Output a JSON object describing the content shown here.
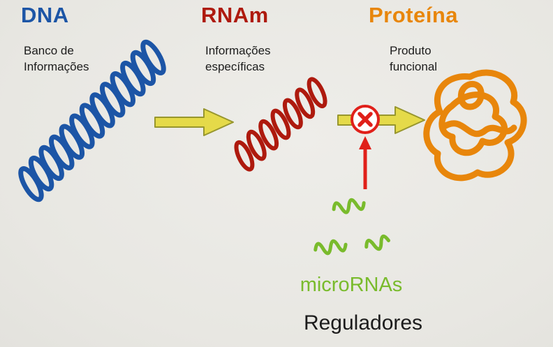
{
  "labels": {
    "dna": {
      "title": "DNA",
      "subtitle": "Banco de\nInformações"
    },
    "rnam": {
      "title": "RNAm",
      "subtitle": "Informações\nespecíficas"
    },
    "proteina": {
      "title": "Proteína",
      "subtitle": "Produto\nfuncional"
    },
    "micrornas": {
      "label": "microRNAs"
    },
    "reguladores": {
      "label": "Reguladores"
    }
  },
  "icons": {
    "dna_helix": "dna-helix-icon",
    "rna_helix": "rna-helix-icon",
    "protein_tangle": "protein-tangle-icon",
    "flow_arrow_1": "flow-arrow-icon",
    "flow_arrow_2": "flow-arrow-icon",
    "inhibition_symbol": "inhibition-cross-circle-icon",
    "up_arrow": "up-arrow-icon",
    "microrna_squiggles": "microrna-squiggle-icon"
  },
  "colors": {
    "background": "#e8e7e2",
    "dna_blue": "#1c55a6",
    "rnam_red": "#ae1a0e",
    "protein_orange": "#e8860b",
    "microrna_green": "#79bb2c",
    "arrow_yellow_fill": "#e5da49",
    "arrow_yellow_stroke": "#97962e",
    "inhibit_red": "#e0201a",
    "text_black": "#1c1c1c"
  }
}
